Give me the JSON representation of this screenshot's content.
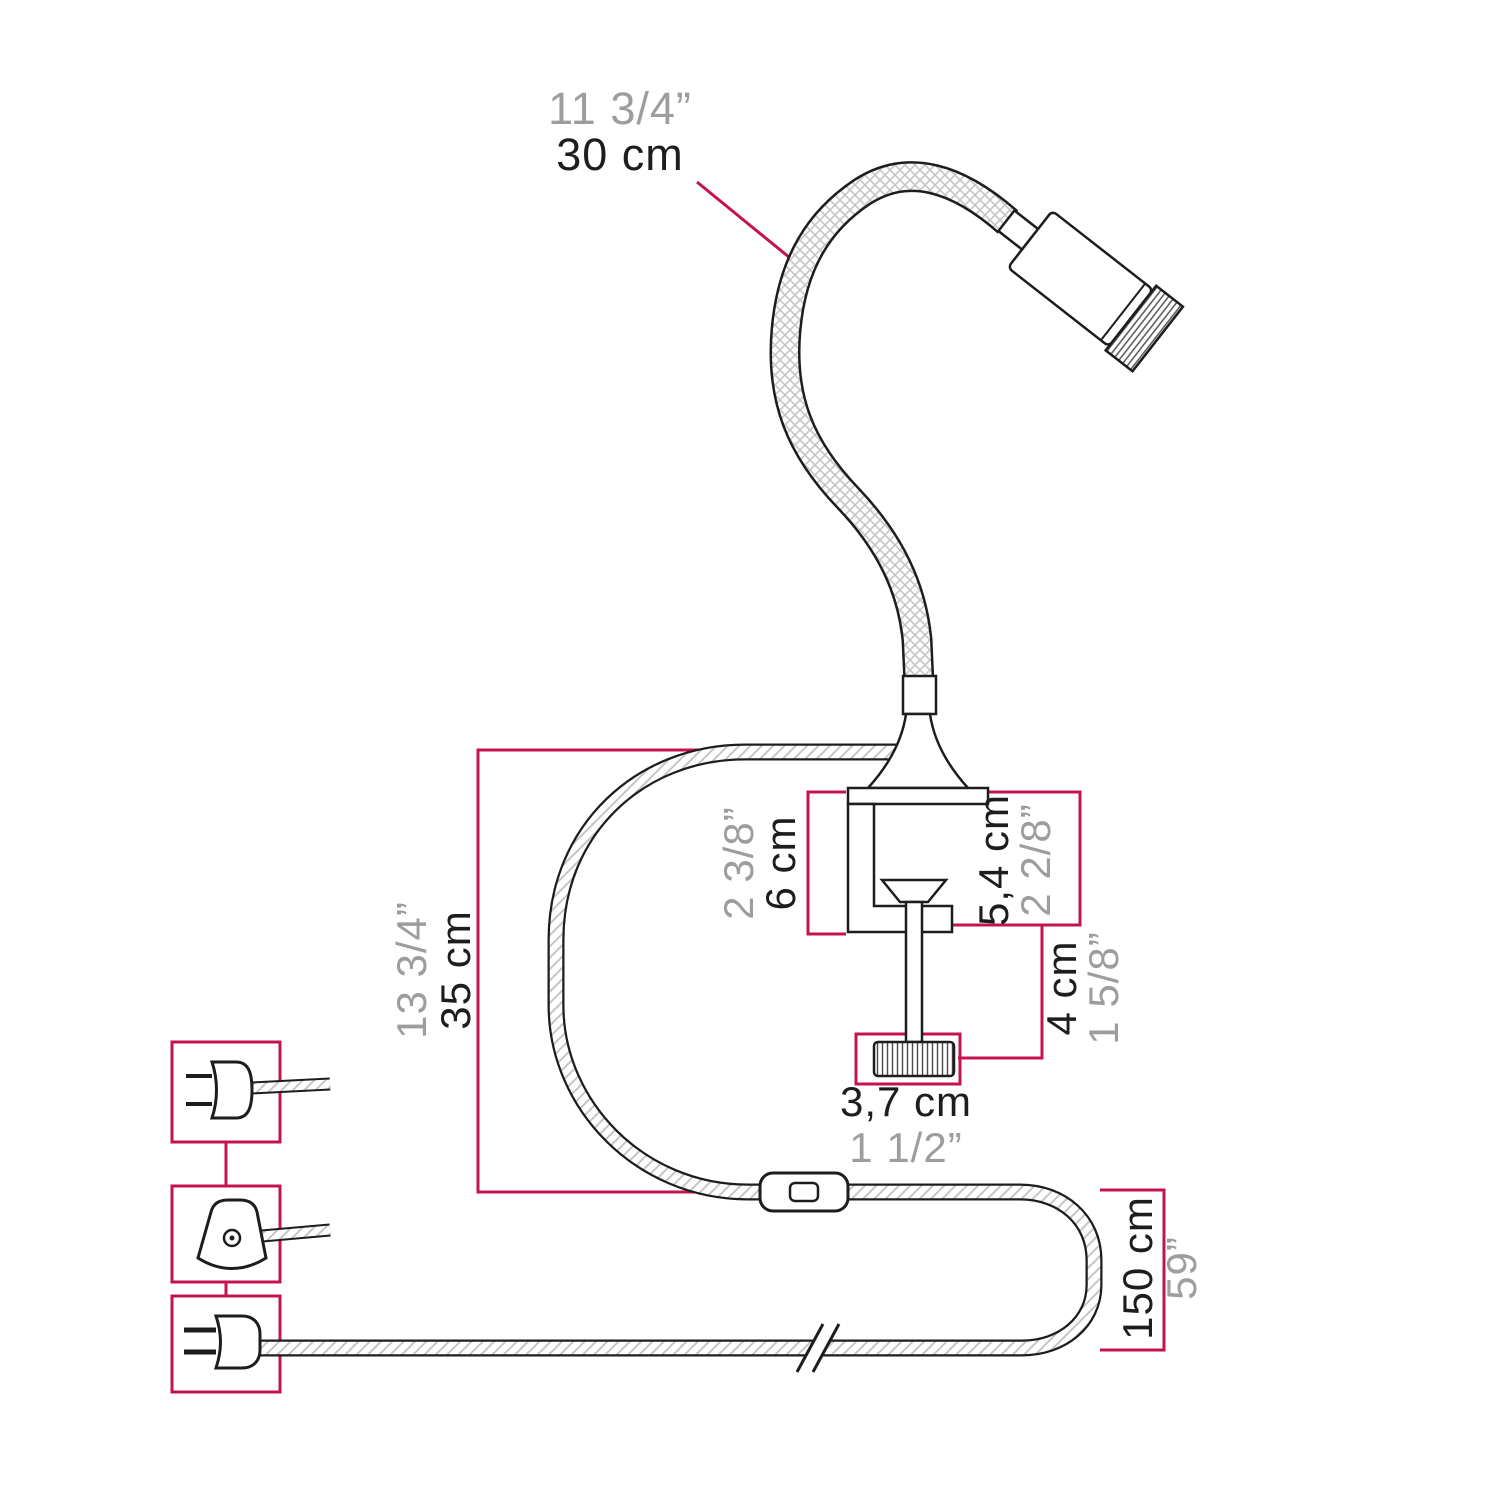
{
  "colors": {
    "background": "#ffffff",
    "line": "#1d1d1b",
    "dimension": "#c4134e",
    "cm_text": "#1d1d1b",
    "inch_text": "#9d9d9c",
    "braid": "#c6c6c6",
    "knurl": "#4a4a4a"
  },
  "labels": {
    "flex_length": {
      "inch": "11 3/4”",
      "cm": "30 cm"
    },
    "clamp_height": {
      "inch": "2 3/8”",
      "cm": "6 cm"
    },
    "clamp_depth": {
      "cm": "5,4 cm",
      "inch": "2 2/8”"
    },
    "screw_length": {
      "cm": "4 cm",
      "inch": "1 5/8”"
    },
    "knob_width": {
      "cm": "3,7 cm",
      "inch": "1 1/2”"
    },
    "cable_drop": {
      "inch": "13 3/4”",
      "cm": "35 cm"
    },
    "cord_length": {
      "cm": "150 cm",
      "inch": "59”"
    }
  },
  "icons": {
    "plug_top": "euro-plug-icon",
    "plug_middle": "uk-plug-icon",
    "plug_bottom": "us-plug-icon"
  }
}
